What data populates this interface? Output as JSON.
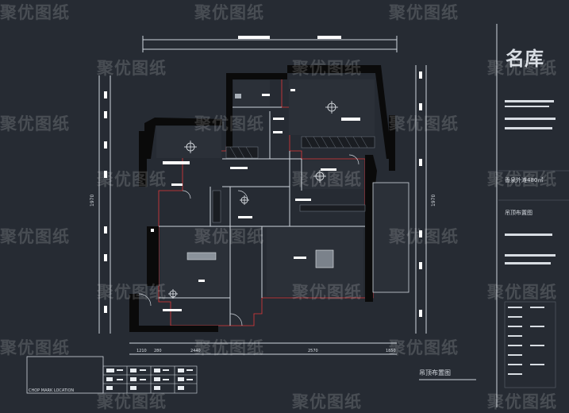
{
  "watermark": "聚优图纸",
  "brand_text": "名库",
  "title_block": {
    "project": "香泉外滩480㎡",
    "drawing_name": "吊顶布置图"
  },
  "plan": {
    "caption": "吊顶布置图",
    "corner_label": "CHOP MARK LOCATION"
  },
  "dimensions": {
    "bottom": [
      "1210",
      "280",
      "2440",
      "2570",
      "1850"
    ],
    "left": "1970",
    "right": "1970"
  },
  "colors": {
    "background": "#262b33",
    "wall": "#0a0a0a",
    "line": "#cfd5dc",
    "accent": "#e23a3a"
  }
}
